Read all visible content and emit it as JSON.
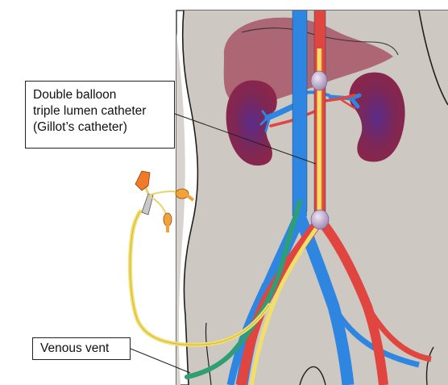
{
  "labels": {
    "catheter": [
      "Double balloon",
      "triple lumen catheter",
      "(Gillot’s catheter)"
    ],
    "venous_vent": "Venous vent"
  },
  "colors": {
    "skin": "#cfc9c4",
    "body_outline": "#222222",
    "liver": "#a44a5c",
    "kidney": "#8f2647",
    "artery": "#e0453f",
    "vein": "#2f86e0",
    "catheter_yellow": "#f2df6a",
    "vent_green": "#2e9e75",
    "connector_orange": "#f07a2a",
    "balloon": "#b9a3c7"
  }
}
